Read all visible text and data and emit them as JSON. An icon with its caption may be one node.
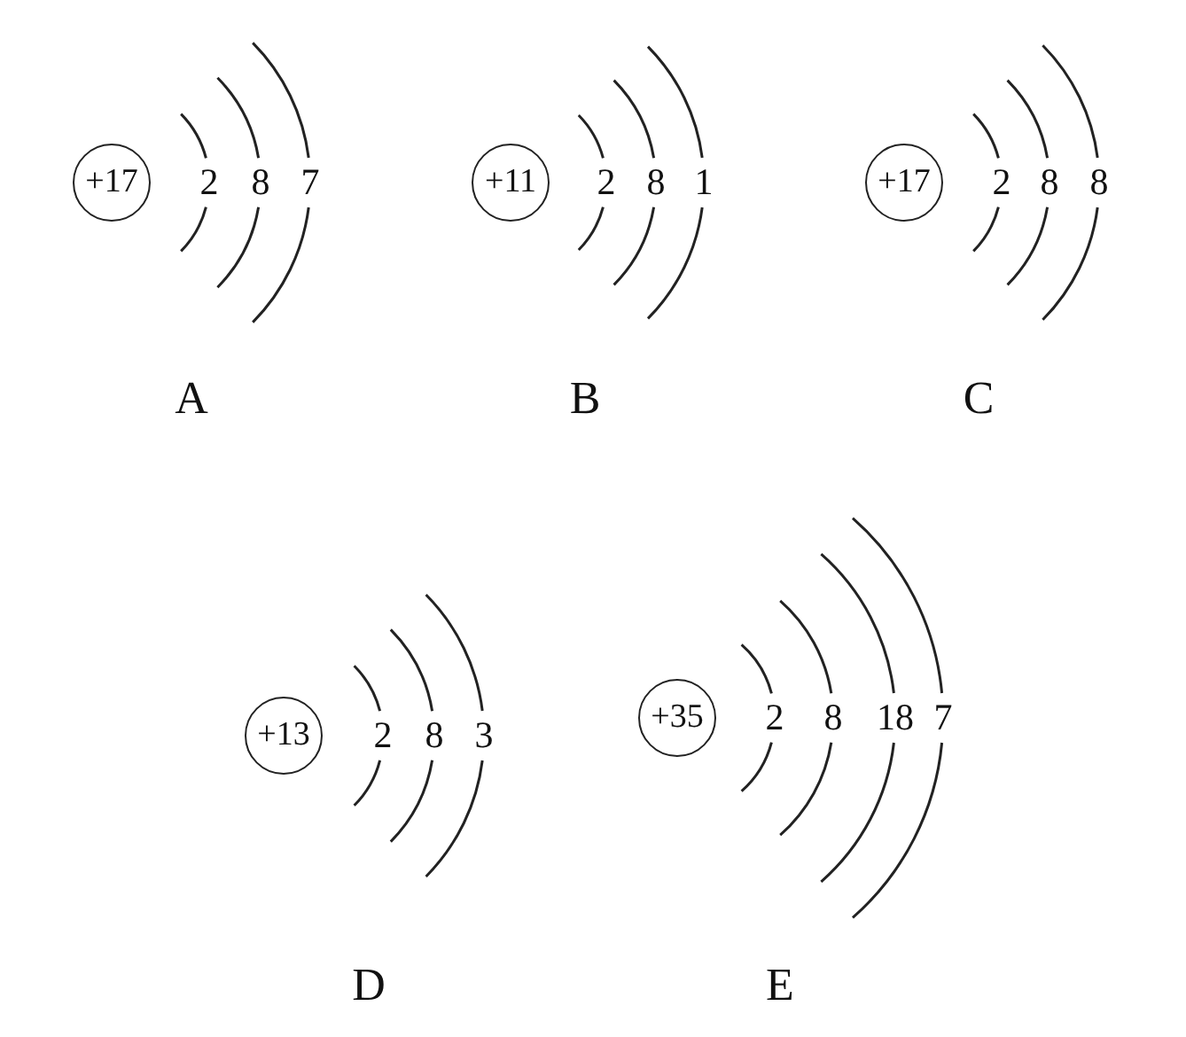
{
  "diagram": {
    "nodes": [
      {
        "text": [
          "+17"
        ]
      },
      {
        "text": [
          "+11"
        ]
      },
      {
        "text": [
          "+17"
        ]
      },
      {
        "text": [
          "+13"
        ]
      },
      {
        "text": [
          "+35"
        ]
      }
    ],
    "labels": [
      "2",
      "8",
      "7",
      "2",
      "8",
      "1",
      "2",
      "8",
      "8",
      "A",
      "B",
      "C",
      "2",
      "8",
      "3",
      "2",
      "8",
      "18",
      "7",
      "D",
      "E"
    ]
  }
}
